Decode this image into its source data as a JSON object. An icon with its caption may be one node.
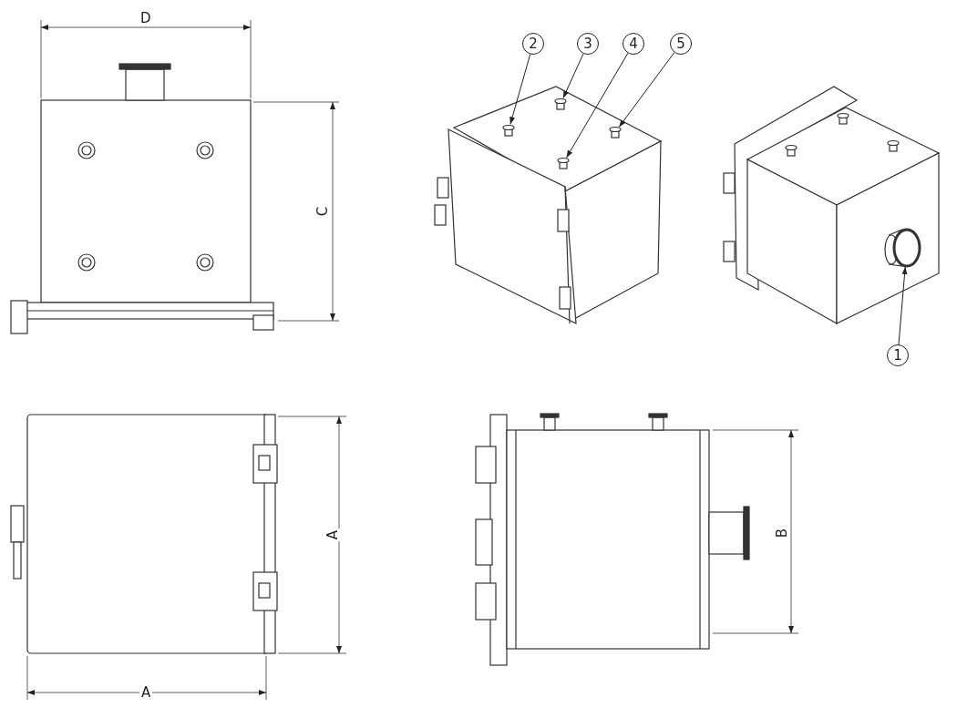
{
  "diagram": {
    "nodes": [
      {
        "text": [
          "2"
        ]
      },
      {
        "text": [
          "3"
        ]
      },
      {
        "text": [
          "4"
        ]
      },
      {
        "text": [
          "5"
        ]
      },
      {
        "text": [
          "1"
        ]
      },
      {
        "text": [],
        "shape": "cylinder"
      },
      {
        "text": [],
        "shape": "cylinder"
      },
      {
        "text": [],
        "shape": "cylinder"
      },
      {
        "text": [],
        "shape": "cylinder"
      },
      {
        "text": [],
        "shape": "cylinder"
      }
    ],
    "edges": [
      {
        "from": 0,
        "to": 5,
        "arrow": "to"
      },
      {
        "from": 1,
        "to": 6,
        "arrow": "to"
      },
      {
        "from": 2,
        "to": 7,
        "arrow": "to"
      },
      {
        "from": 3,
        "to": 8,
        "arrow": "to"
      },
      {
        "from": 4,
        "to": 9,
        "arrow": "to"
      }
    ],
    "labels": [
      "D",
      "C",
      "A",
      "B",
      "A"
    ]
  }
}
